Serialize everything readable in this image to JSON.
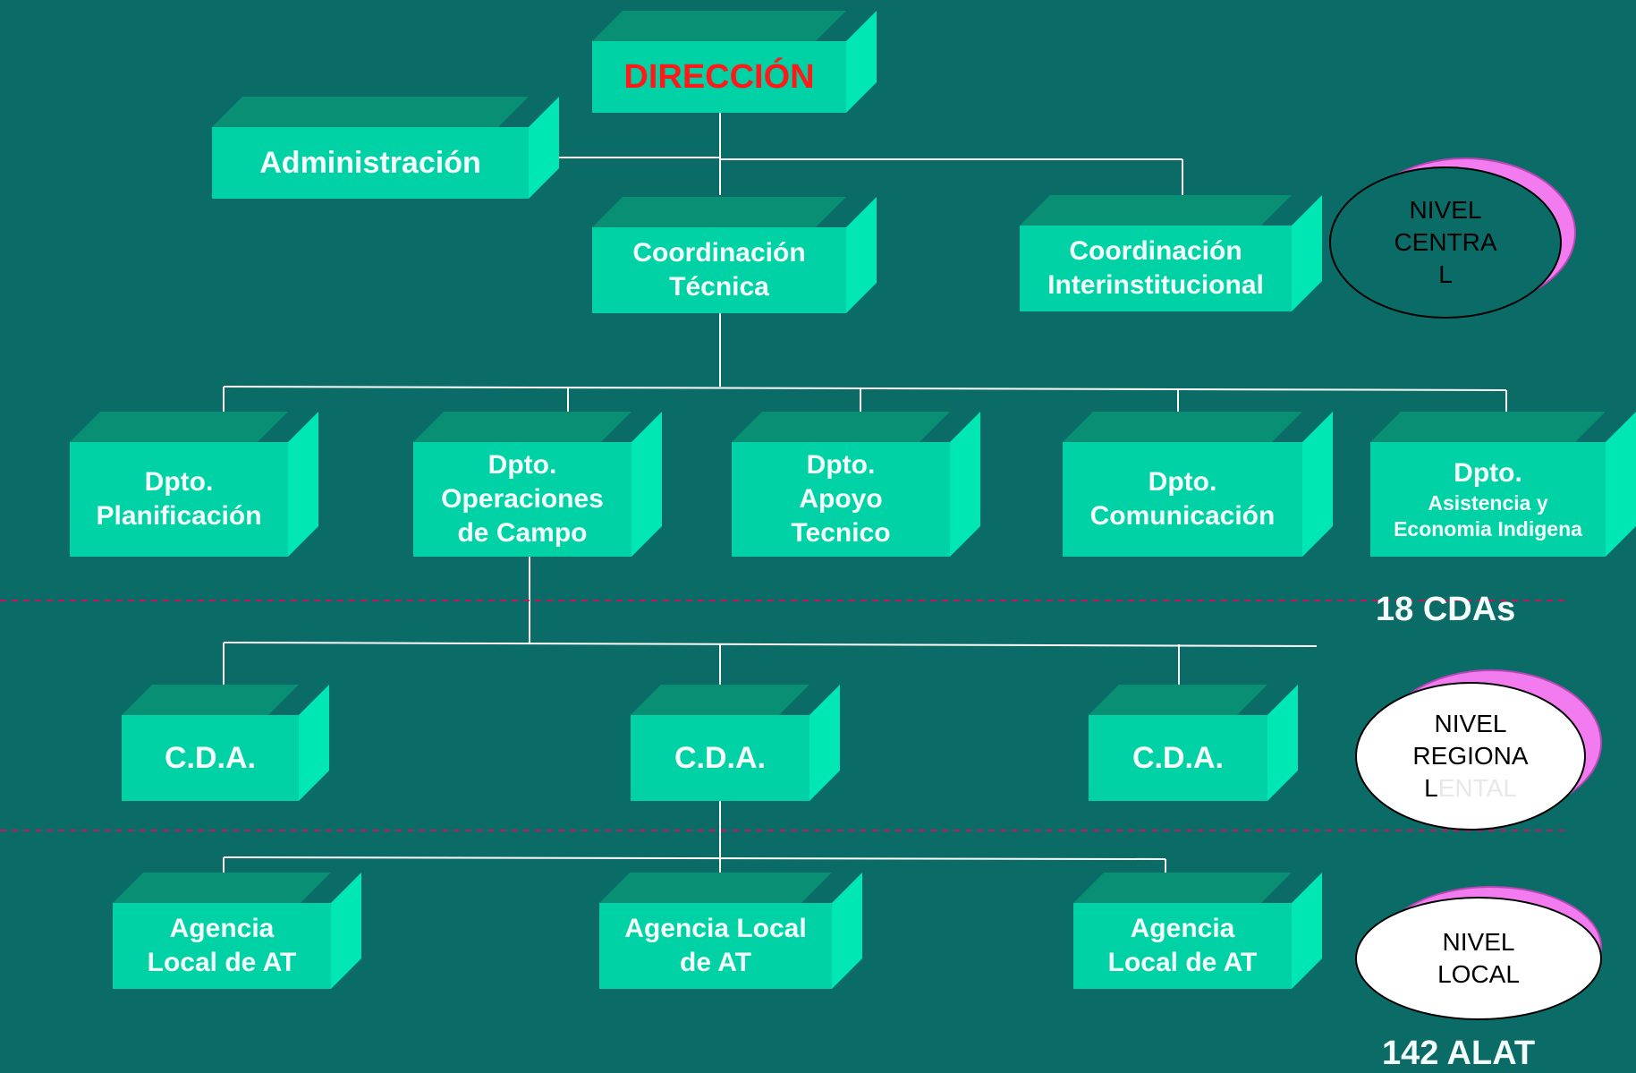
{
  "colors": {
    "background": "#0b6b66",
    "box_front": "#00d2a5",
    "box_top": "#088f74",
    "box_side": "#00e7b4",
    "highlight_text": "#ff1a1a",
    "connector": "#ffffff",
    "divider": "#c2185b",
    "ellipse_shadow": "#f27bf0"
  },
  "boxes": {
    "direccion": "DIRECCIÓN",
    "administracion": "Administración",
    "coord_tecnica": [
      "Coordinación",
      "Técnica"
    ],
    "coord_inter": [
      "Coordinación",
      "Interinstitucional"
    ],
    "dpto_planificacion": [
      "Dpto.",
      "Planificación"
    ],
    "dpto_operaciones": [
      "Dpto.",
      "Operaciones",
      "de Campo"
    ],
    "dpto_apoyo": [
      "Dpto.",
      "Apoyo",
      "Tecnico"
    ],
    "dpto_comunicacion": [
      "Dpto.",
      "Comunicación"
    ],
    "dpto_asistencia": [
      "Dpto.",
      "Asistencia y",
      "Economia  Indigena"
    ],
    "cda_1": "C.D.A.",
    "cda_2": "C.D.A.",
    "cda_3": "C.D.A.",
    "agencia_1": [
      "Agencia",
      "Local de AT"
    ],
    "agencia_2": [
      "Agencia Local",
      "de AT"
    ],
    "agencia_3": [
      "Agencia",
      "Local de AT"
    ]
  },
  "levels": {
    "central": [
      "NIVEL",
      "CENTRA",
      "L"
    ],
    "regional": [
      "NIVEL",
      "REGIONA",
      "L",
      "ENTAL"
    ],
    "local": [
      "NIVEL",
      "LOCAL"
    ]
  },
  "stats": {
    "cdas": "18 CDAs",
    "alat": "142 ALAT"
  }
}
